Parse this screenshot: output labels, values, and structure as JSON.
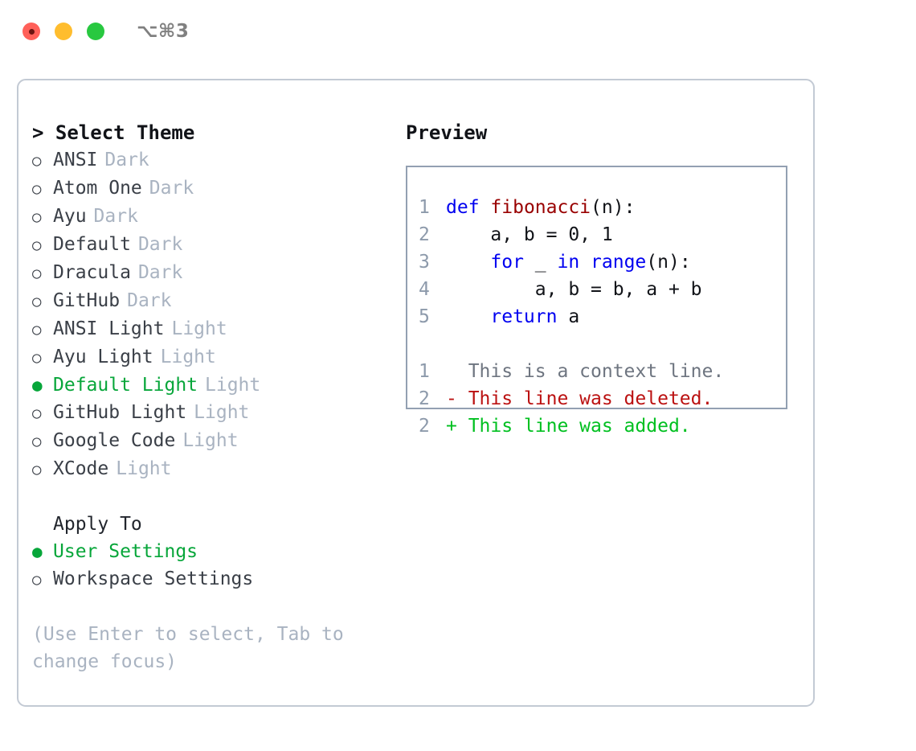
{
  "titlebar": {
    "shortcut": "⌥⌘3",
    "lights": [
      "close",
      "minimize",
      "zoom"
    ]
  },
  "theme_picker": {
    "header": "> Select Theme",
    "items": [
      {
        "marker": "○",
        "name": "ANSI",
        "category": "Dark",
        "selected": false
      },
      {
        "marker": "○",
        "name": "Atom One",
        "category": "Dark",
        "selected": false
      },
      {
        "marker": "○",
        "name": "Ayu",
        "category": "Dark",
        "selected": false
      },
      {
        "marker": "○",
        "name": "Default",
        "category": "Dark",
        "selected": false
      },
      {
        "marker": "○",
        "name": "Dracula",
        "category": "Dark",
        "selected": false
      },
      {
        "marker": "○",
        "name": "GitHub",
        "category": "Dark",
        "selected": false
      },
      {
        "marker": "○",
        "name": "ANSI Light",
        "category": "Light",
        "selected": false
      },
      {
        "marker": "○",
        "name": "Ayu Light",
        "category": "Light",
        "selected": false
      },
      {
        "marker": "●",
        "name": "Default Light",
        "category": "Light",
        "selected": true
      },
      {
        "marker": "○",
        "name": "GitHub Light",
        "category": "Light",
        "selected": false
      },
      {
        "marker": "○",
        "name": "Google Code",
        "category": "Light",
        "selected": false
      },
      {
        "marker": "○",
        "name": "XCode",
        "category": "Light",
        "selected": false
      }
    ]
  },
  "apply_to": {
    "header": "Apply To",
    "items": [
      {
        "marker": "●",
        "name": "User Settings",
        "selected": true
      },
      {
        "marker": "○",
        "name": "Workspace Settings",
        "selected": false
      }
    ]
  },
  "hint": "(Use Enter to select, Tab to change focus)",
  "preview": {
    "title": "Preview",
    "code_lines": [
      {
        "no": "1",
        "tokens": [
          {
            "t": "def",
            "c": "kw"
          },
          {
            "t": " ",
            "c": "plain"
          },
          {
            "t": "fibonacci",
            "c": "fn"
          },
          {
            "t": "(n):",
            "c": "plain"
          }
        ]
      },
      {
        "no": "2",
        "tokens": [
          {
            "t": "    a, b = 0, 1",
            "c": "plain"
          }
        ]
      },
      {
        "no": "3",
        "tokens": [
          {
            "t": "    ",
            "c": "plain"
          },
          {
            "t": "for",
            "c": "kw"
          },
          {
            "t": " _ ",
            "c": "plain"
          },
          {
            "t": "in",
            "c": "kw"
          },
          {
            "t": " ",
            "c": "plain"
          },
          {
            "t": "range",
            "c": "kw"
          },
          {
            "t": "(n):",
            "c": "plain"
          }
        ]
      },
      {
        "no": "4",
        "tokens": [
          {
            "t": "        a, b = b, a + b",
            "c": "plain"
          }
        ]
      },
      {
        "no": "5",
        "tokens": [
          {
            "t": "    ",
            "c": "plain"
          },
          {
            "t": "return",
            "c": "kw"
          },
          {
            "t": " a",
            "c": "plain"
          }
        ]
      }
    ],
    "diff_lines": [
      {
        "no": "1",
        "text": "  This is a context line.",
        "kind": "ctx"
      },
      {
        "no": "2",
        "text": "- This line was deleted.",
        "kind": "del"
      },
      {
        "no": "2",
        "text": "+ This line was added.",
        "kind": "add"
      }
    ]
  },
  "colors": {
    "accent_green": "#07a63a",
    "muted": "#a9b3c1",
    "keyword_blue": "#0000f0",
    "function_red": "#990000",
    "diff_delete": "#bb1111",
    "diff_add": "#00c020",
    "panel_border": "#c3cad4",
    "preview_border": "#93a0b2"
  }
}
